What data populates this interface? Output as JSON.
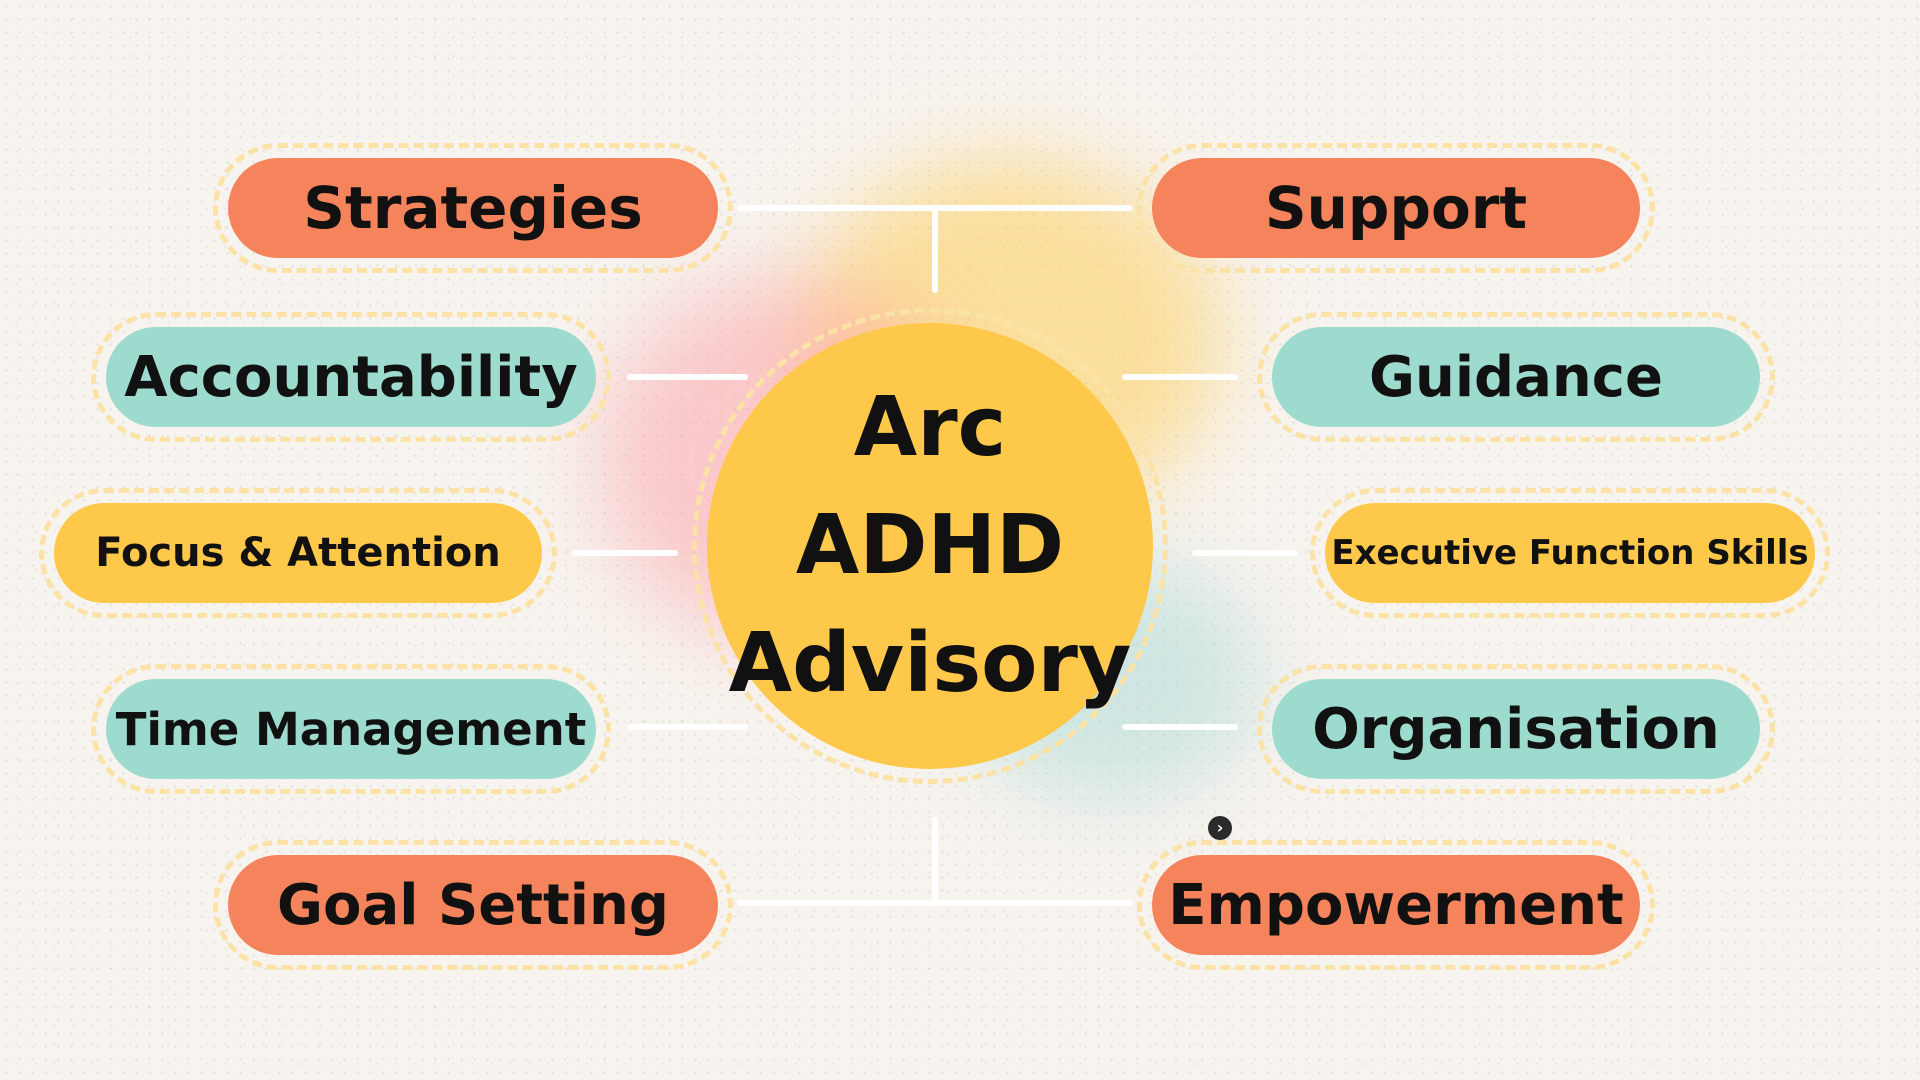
{
  "center": {
    "lines": [
      "Arc",
      "ADHD",
      "Advisory"
    ]
  },
  "nodes": {
    "strategies": "Strategies",
    "support": "Support",
    "accountability": "Accountability",
    "guidance": "Guidance",
    "focus_attention": "Focus & Attention",
    "executive_function_skills": "Executive Function Skills",
    "time_management": "Time Management",
    "organisation": "Organisation",
    "goal_setting": "Goal Setting",
    "empowerment": "Empowerment"
  },
  "colors": {
    "background": "#f7f3ee",
    "coral": "#f5845d",
    "teal": "#9ddbcf",
    "yellow": "#fec84b",
    "dashed_outline": "#fbe2a6",
    "connector": "#ffffff",
    "text": "#111111"
  },
  "icons": {
    "cursor": "chevron-right-icon"
  }
}
